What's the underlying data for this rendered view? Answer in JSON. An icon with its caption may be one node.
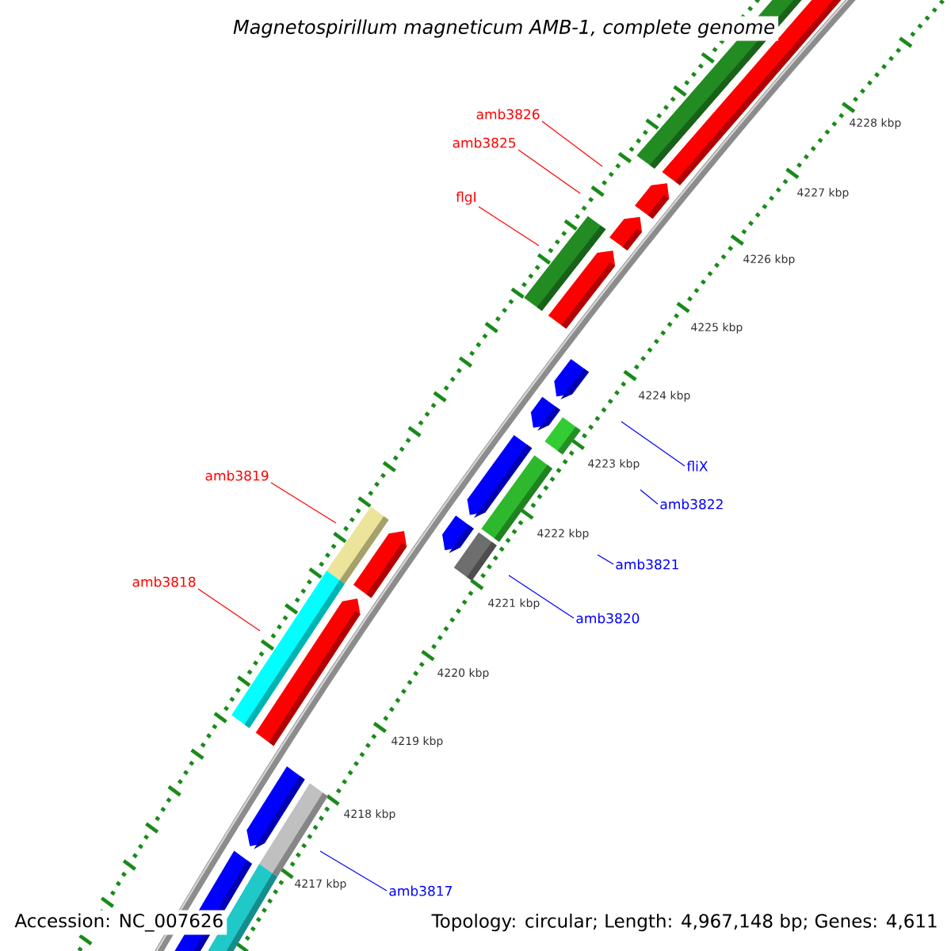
{
  "diagram": {
    "title": "Magnetospirillum magneticum AMB-1, complete genome",
    "nodes": [
      {
        "text": [
          "amb3826"
        ]
      },
      {
        "text": [
          "amb3825"
        ]
      },
      {
        "text": [
          "flgI"
        ]
      },
      {
        "text": [
          "fliX"
        ]
      },
      {
        "text": [
          "amb3819"
        ]
      },
      {
        "text": [
          "amb3822"
        ]
      },
      {
        "text": [
          "amb3821"
        ]
      },
      {
        "text": [
          "amb3818"
        ]
      },
      {
        "text": [
          "amb3820"
        ]
      },
      {
        "text": [
          "amb3817"
        ]
      }
    ],
    "edges": [
      {
        "from": 0,
        "to": null,
        "arrow": "none",
        "color": "#ff0000"
      },
      {
        "from": 1,
        "to": null,
        "arrow": "none",
        "color": "#ff0000"
      },
      {
        "from": 2,
        "to": null,
        "arrow": "none",
        "color": "#ff0000"
      },
      {
        "from": 3,
        "to": null,
        "arrow": "none",
        "color": "#0000ff"
      },
      {
        "from": 4,
        "to": null,
        "arrow": "none",
        "color": "#ff0000"
      },
      {
        "from": 5,
        "to": null,
        "arrow": "none",
        "color": "#0000ff"
      },
      {
        "from": 6,
        "to": null,
        "arrow": "none",
        "color": "#0000ff"
      },
      {
        "from": 7,
        "to": null,
        "arrow": "none",
        "color": "#ff0000"
      },
      {
        "from": 8,
        "to": null,
        "arrow": "none",
        "color": "#0000ff"
      },
      {
        "from": 9,
        "to": null,
        "arrow": "none",
        "color": "#0000ff"
      }
    ],
    "labels": [
      "4228 kbp",
      "4227 kbp",
      "4226 kbp",
      "4225 kbp",
      "4224 kbp",
      "4223 kbp",
      "4222 kbp",
      "4221 kbp",
      "4220 kbp",
      "4219 kbp",
      "4218 kbp",
      "4217 kbp",
      "Accession: NC_007626",
      "Topology: circular; Length: 4,967,148 bp; Genes: 4,611"
    ]
  }
}
